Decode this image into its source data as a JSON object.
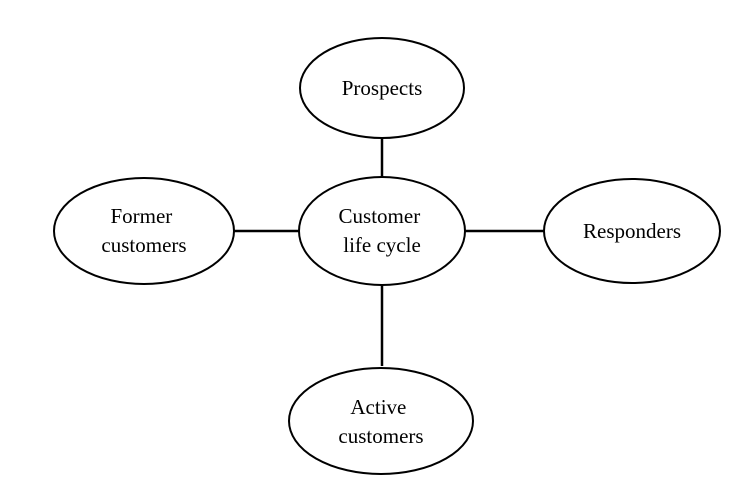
{
  "diagram": {
    "center": {
      "lines": [
        "Customer",
        "life cycle"
      ]
    },
    "nodes": {
      "prospects": {
        "lines": [
          "Prospects"
        ]
      },
      "responders": {
        "lines": [
          "Responders"
        ]
      },
      "active_customers": {
        "lines": [
          "Active",
          "customers"
        ]
      },
      "former_customers": {
        "lines": [
          "Former",
          "customers"
        ]
      }
    },
    "colors": {
      "stroke": "#000000",
      "fill": "#ffffff",
      "text": "#000000"
    }
  }
}
